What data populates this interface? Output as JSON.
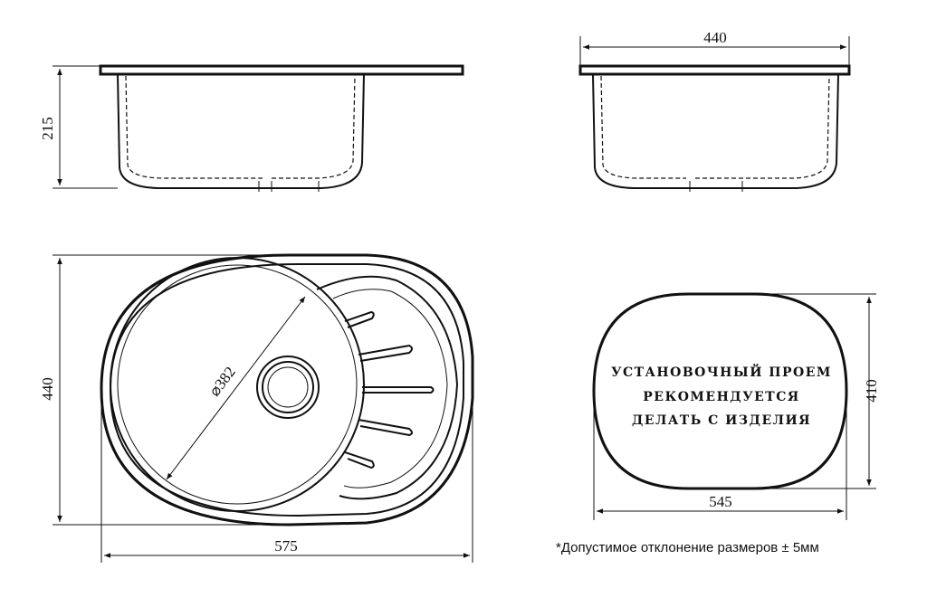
{
  "dimensions": {
    "side_height": "215",
    "front_width": "440",
    "top_height": "440",
    "top_width": "575",
    "bowl_diameter": "⌀382",
    "cutout_height": "410",
    "cutout_width": "545"
  },
  "cutout_note": {
    "line1": "УСТАНОВОЧНЫЙ ПРОЕМ",
    "line2": "РЕКОМЕНДУЕТСЯ",
    "line3": "ДЕЛАТЬ С ИЗДЕЛИЯ"
  },
  "tolerance_note": "*Допустимое отклонение размеров  ± 5мм"
}
